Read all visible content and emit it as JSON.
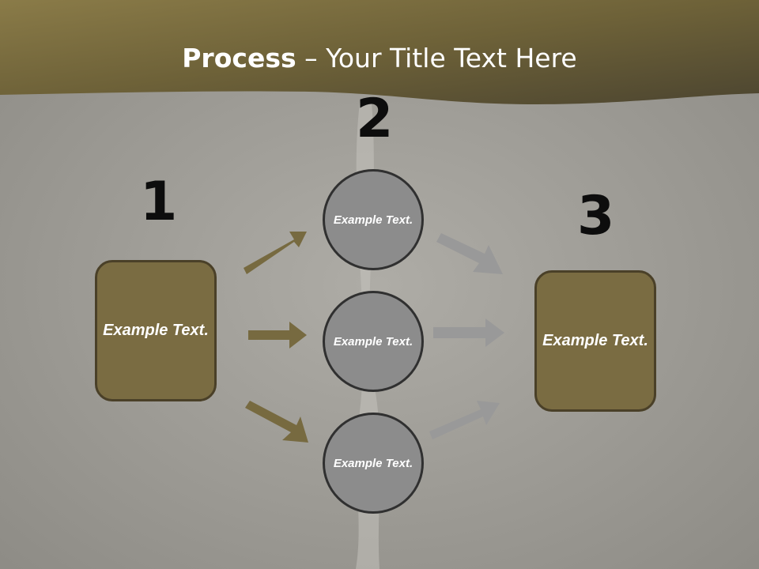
{
  "title": {
    "bold": "Process",
    "rest": " – Your Title Text Here"
  },
  "steps": {
    "one": {
      "number": "1",
      "label": "Example Text."
    },
    "two": {
      "number": "2"
    },
    "three": {
      "number": "3",
      "label": "Example Text."
    }
  },
  "circles": [
    {
      "label": "Example Text."
    },
    {
      "label": "Example Text."
    },
    {
      "label": "Example Text."
    }
  ],
  "colors": {
    "accent": "#7a6c42",
    "circle": "#8c8c8c",
    "arrow_left": "#776a40",
    "arrow_right": "#999999"
  }
}
